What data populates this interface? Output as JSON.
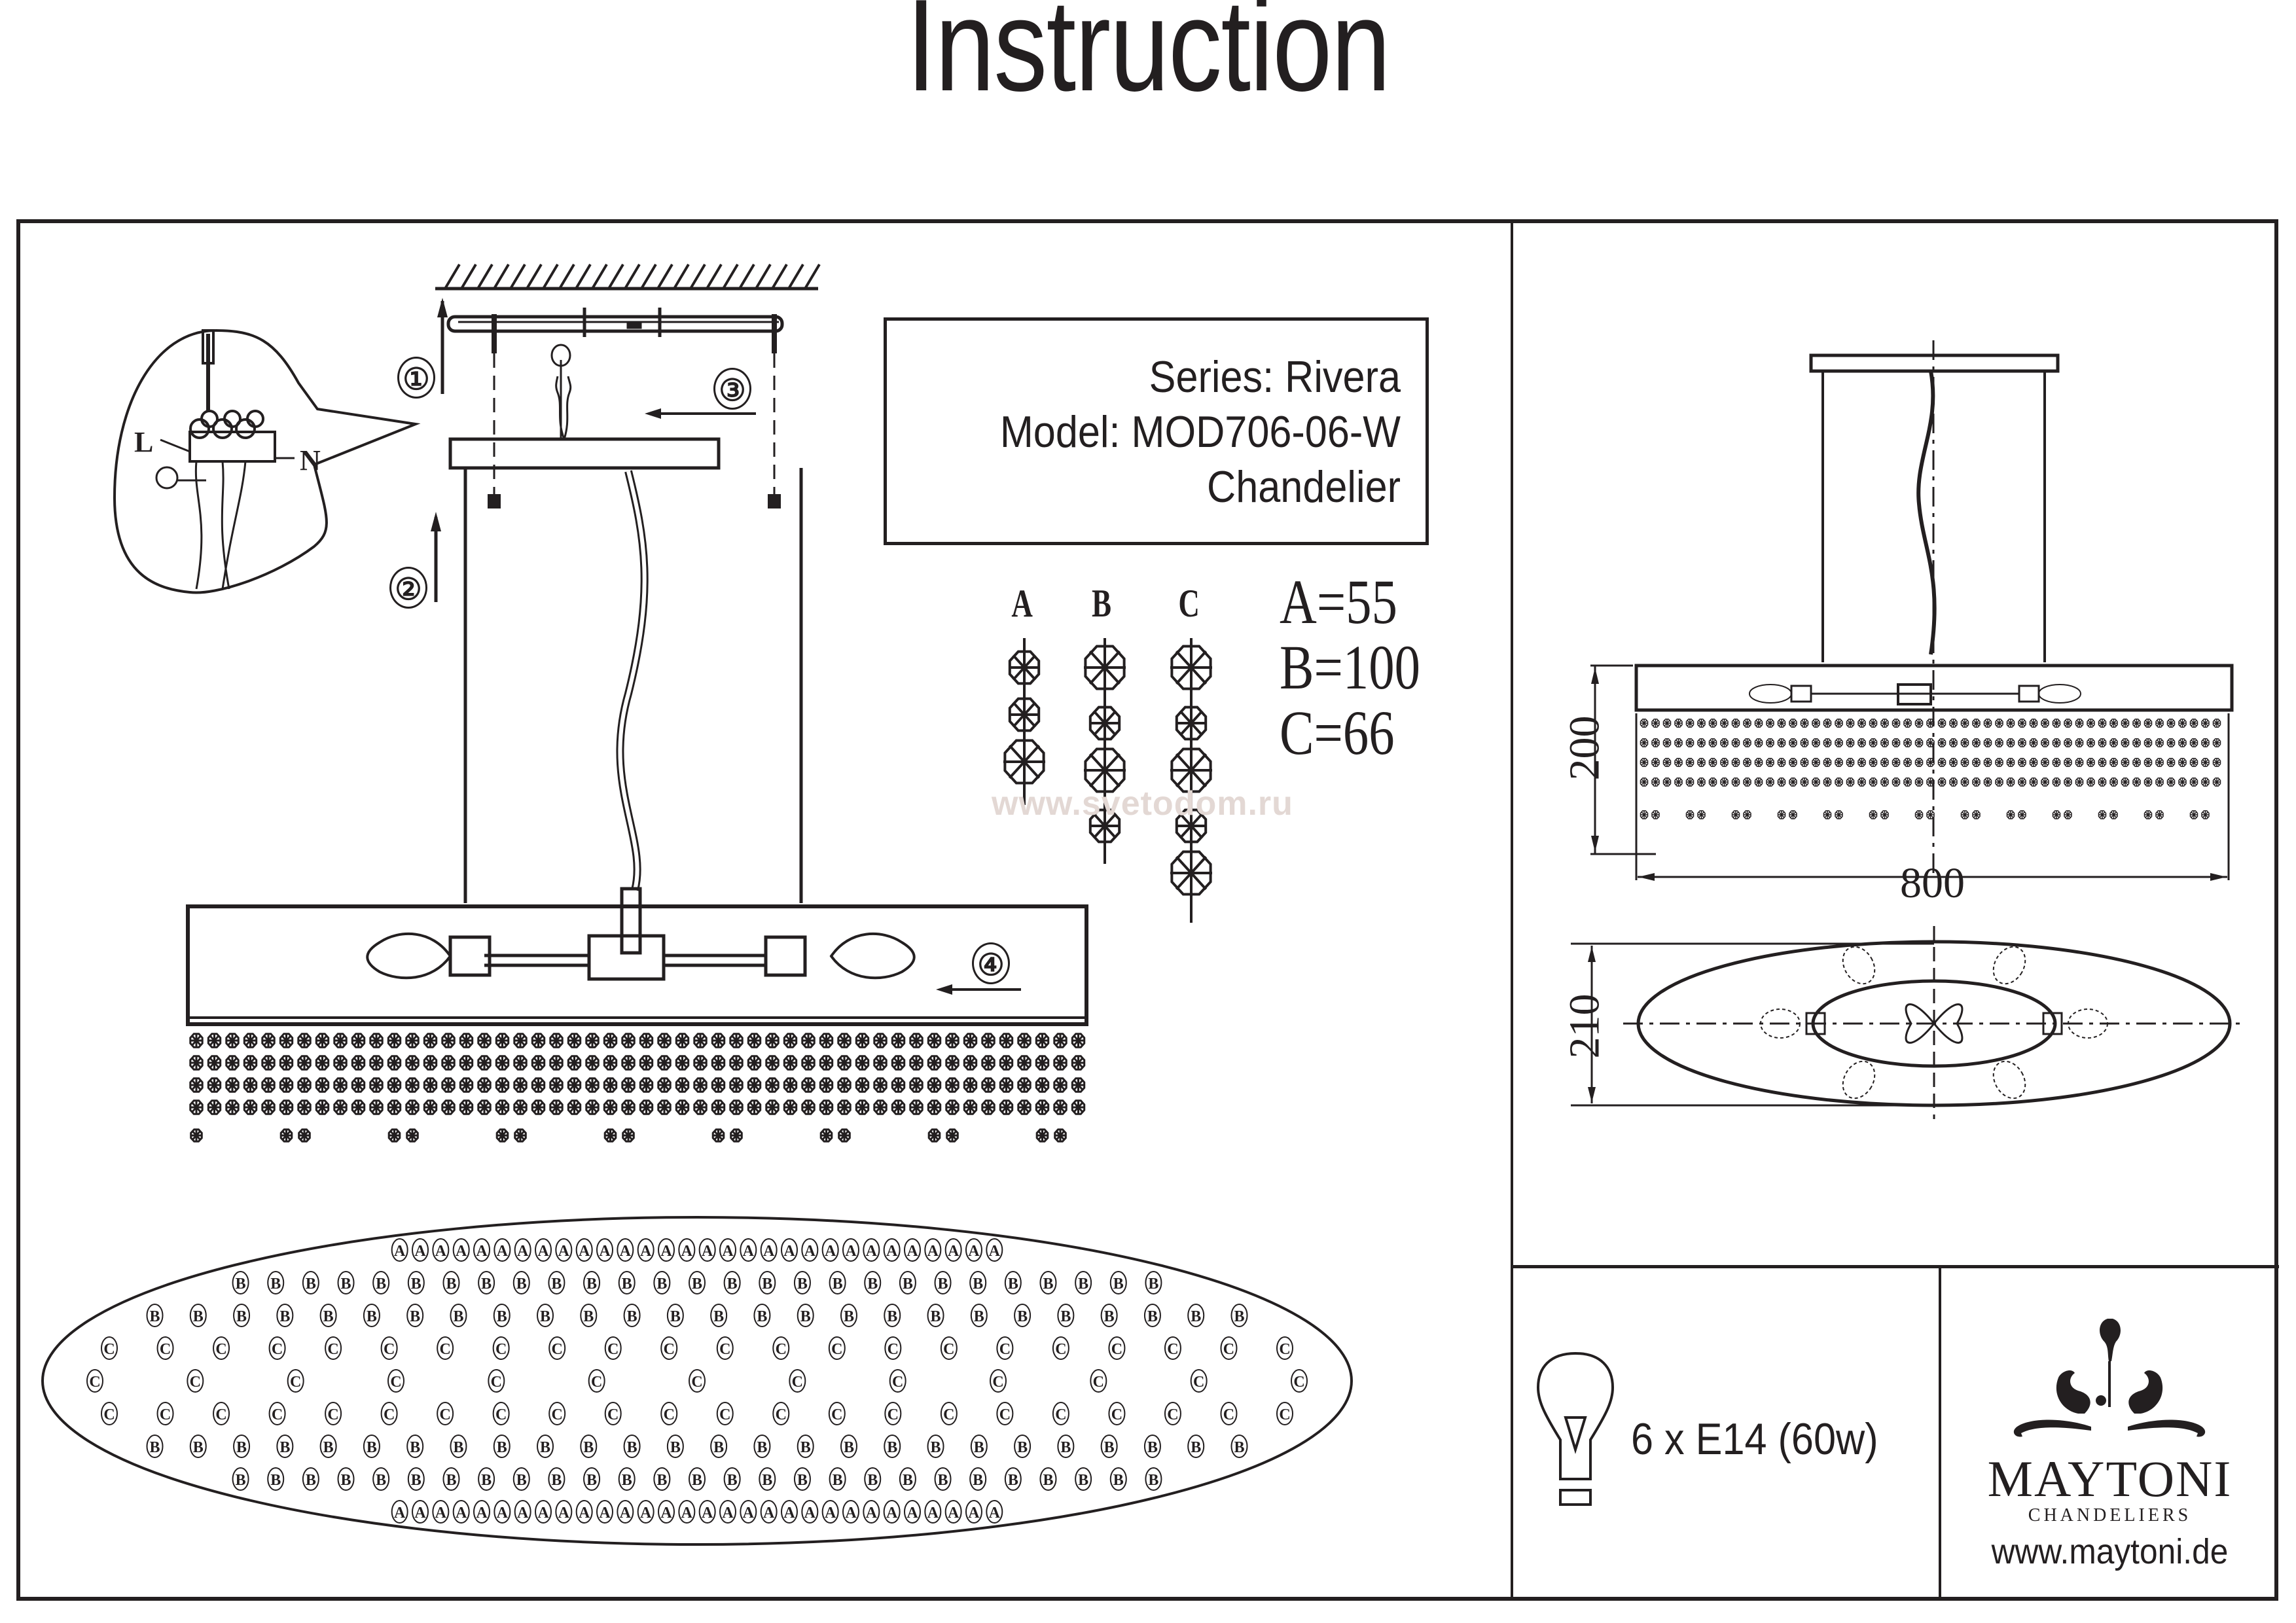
{
  "document": {
    "title": "Instruction",
    "product": {
      "series_line": "Series: Rivera",
      "model_line": "Model: MOD706-06-W",
      "type_line": "Chandelier"
    },
    "assembly_steps": [
      "①",
      "②",
      "③",
      "④"
    ],
    "wiring_labels": {
      "live": "L",
      "neutral": "N",
      "earth_icon": "ground-symbol"
    },
    "crystal_strands": {
      "labels": [
        "A",
        "B",
        "C"
      ],
      "quantities": [
        "A=55",
        "B=100",
        "C=66"
      ],
      "strand_bead_counts": {
        "A": 3,
        "B": 4,
        "C": 5
      }
    },
    "watermark": "www.svetodom.ru",
    "dimensions": {
      "height": "200",
      "width": "800",
      "depth": "210"
    },
    "bulb_spec": "6 x E14 (60w)",
    "brand": {
      "name": "MAYTONI",
      "subtitle": "CHANDELIERS",
      "url": "www.maytoni.de"
    },
    "layout_map_rows": [
      "AAAAAAAAAAAAAAAAAAAAAAAAAAAAAA",
      "BBBBBBBBBBBBBBBBBBBBBBBBBBB",
      "BBBBBBBBBBBBBBBBBBBBBBBBBB",
      "CCCCCCCCCCCCCCCCCCCCCC",
      "CCCCCCCCCCCCC",
      "CCCCCCCCCCCCCCCCCCCCCC",
      "BBBBBBBBBBBBBBBBBBBBBBBBBB",
      "BBBBBBBBBBBBBBBBBBBBBBBBBBB",
      "AAAAAAAAAAAAAAAAAAAAAAAAAAAAAA"
    ],
    "colors": {
      "ink": "#231f20",
      "watermark": "#e3d8d4",
      "paper": "#ffffff"
    }
  }
}
